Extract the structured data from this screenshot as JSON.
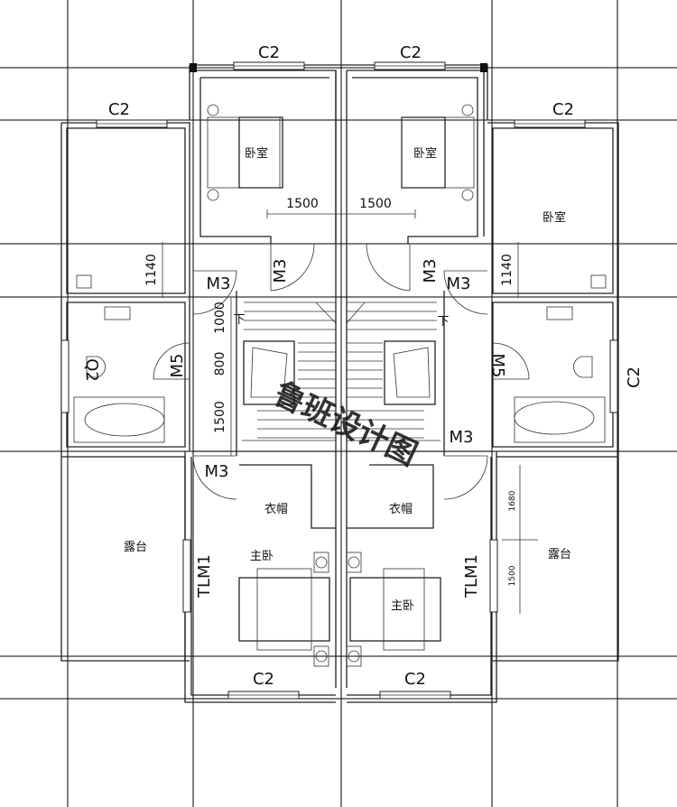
{
  "labels": {
    "window_c2": "C2",
    "window_q2": "Q2",
    "door_m3": "M3",
    "door_m5": "M5",
    "door_tlm1": "TLM1",
    "bedroom": "卧室",
    "master_bedroom": "主卧",
    "wardrobe": "衣帽",
    "terrace": "露台",
    "down": "下"
  },
  "dimensions": {
    "d1500": "1500",
    "d1140": "1140",
    "d1000": "1000",
    "d800": "800",
    "d1680": "1680"
  },
  "watermark": "鲁班设计图",
  "colors": {
    "watermark": "#d73a3a",
    "lines": "#222222"
  }
}
